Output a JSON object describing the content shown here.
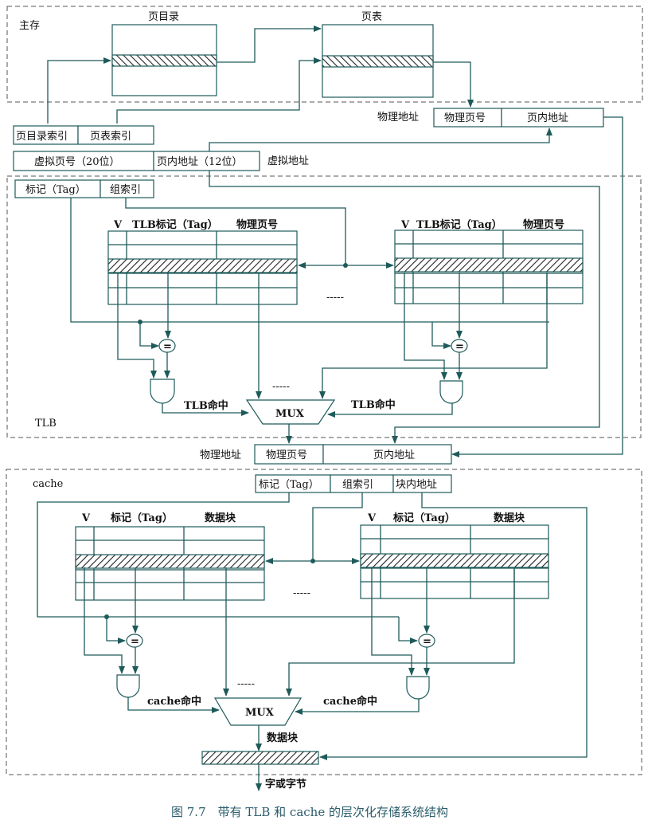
{
  "main_memory": {
    "label": "主存",
    "page_directory_label": "页目录",
    "page_table_label": "页表"
  },
  "virtual_address": {
    "label": "虚拟地址",
    "index_fields": [
      "页目录索引",
      "页表索引"
    ],
    "fields": [
      "虚拟页号（20位）",
      "页内地址（12位）"
    ]
  },
  "physical_address_top": {
    "label": "物理地址",
    "fields": [
      "物理页号",
      "页内地址"
    ]
  },
  "tlb": {
    "label": "TLB",
    "address_fields": [
      "标记（Tag）",
      "组索引"
    ],
    "way_columns": [
      "V",
      "TLB标记（Tag）",
      "物理页号"
    ],
    "comparator_symbol": "=",
    "hit_label": "TLB命中",
    "mux_label": "MUX",
    "ellipsis": "-----"
  },
  "physical_address_mid": {
    "label": "物理地址",
    "fields": [
      "物理页号",
      "页内地址"
    ]
  },
  "cache": {
    "label": "cache",
    "address_fields": [
      "标记（Tag）",
      "组索引",
      "块内地址"
    ],
    "way_columns": [
      "V",
      "标记（Tag）",
      "数据块"
    ],
    "comparator_symbol": "=",
    "hit_label": "cache命中",
    "mux_label": "MUX",
    "data_block_label": "数据块",
    "output_label": "字或字节",
    "ellipsis": "-----"
  },
  "caption": "图 7.7　带有 TLB 和 cache 的层次化存储系统结构"
}
